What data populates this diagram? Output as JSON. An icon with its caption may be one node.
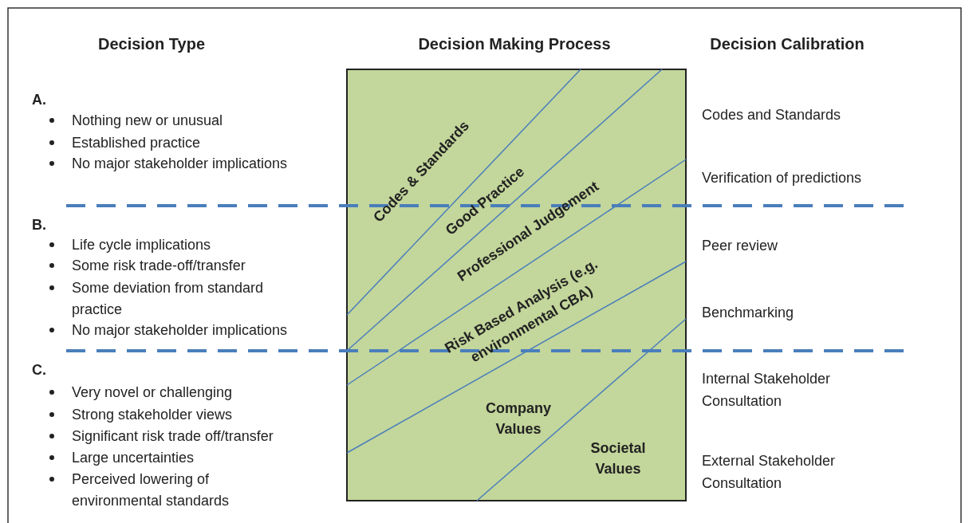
{
  "diagram": {
    "labels": [
      "Decision Type",
      "Decision Making Process",
      "Decision Calibration",
      "A.",
      "Nothing new or unusual",
      "Established practice",
      "No major stakeholder implications",
      "B.",
      "Life cycle implications",
      "Some risk trade-off/transfer",
      "Some deviation from standard practice",
      "No major stakeholder implications",
      "C.",
      "Very novel or challenging",
      "Strong stakeholder views",
      "Significant risk trade off/transfer",
      "Large uncertainties",
      "Perceived lowering of environmental standards",
      "Codes & Standards",
      "Good Practice",
      "Professional Judgement",
      "Risk Based Analysis (e.g. environmental CBA)",
      "Company Values",
      "Societal Values",
      "Codes and Standards",
      "Verification of predictions",
      "Peer review",
      "Benchmarking",
      "Internal Stakeholder Consultation",
      "External Stakeholder Consultation"
    ]
  }
}
